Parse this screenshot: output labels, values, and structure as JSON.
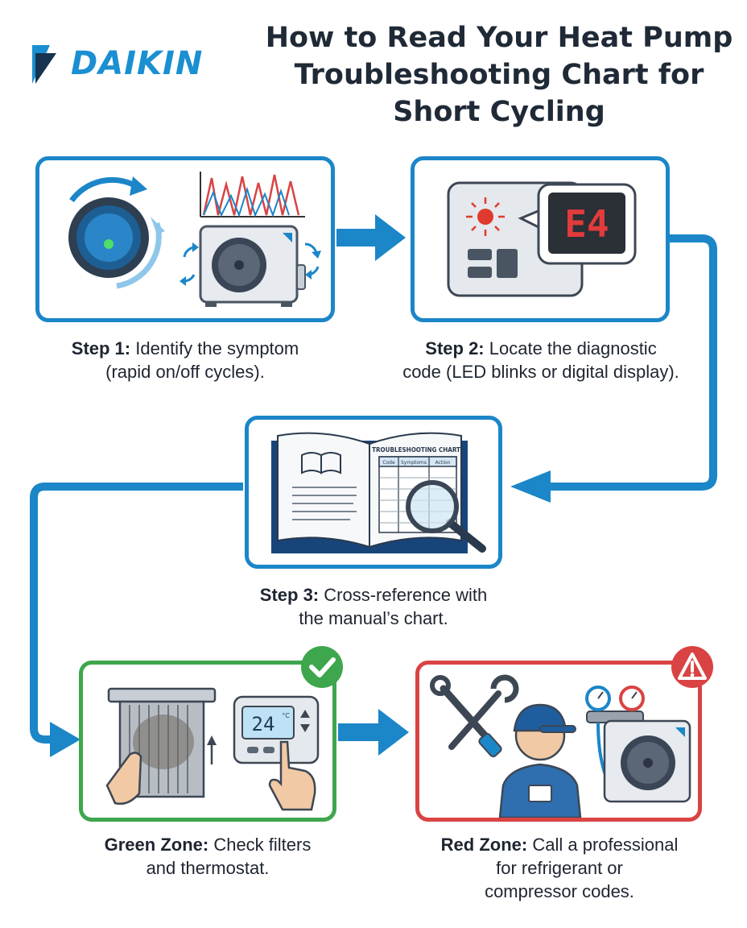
{
  "brand": {
    "logo_text": "DAIKIN",
    "color": "#1a8fd1"
  },
  "title_lines": [
    "How to Read Your Heat Pump",
    "Troubleshooting Chart for",
    "Short Cycling"
  ],
  "colors": {
    "blue": "#1b86c8",
    "green": "#3ea64d",
    "red": "#d94343"
  },
  "steps": [
    {
      "id": "step1",
      "label": "Step 1:",
      "text_lines": [
        "Identify the symptom",
        "(rapid on/off cycles)."
      ]
    },
    {
      "id": "step2",
      "label": "Step 2:",
      "text_lines": [
        "Locate the diagnostic",
        "code (LED blinks or digital display)."
      ],
      "display_code": "E4"
    },
    {
      "id": "step3",
      "label": "Step 3:",
      "text_lines": [
        "Cross-reference with",
        "the manual’s chart."
      ],
      "book": {
        "heading": "TROUBLESHOOTING CHART",
        "columns": [
          "Code",
          "Symptoms",
          "Action"
        ]
      }
    },
    {
      "id": "green",
      "label": "Green Zone:",
      "text_lines": [
        "Check filters",
        "and thermostat."
      ],
      "thermostat_reading": "24",
      "thermostat_unit": "°C"
    },
    {
      "id": "red",
      "label": "Red Zone:",
      "text_lines": [
        "Call a professional",
        "for refrigerant or",
        "compressor codes."
      ]
    }
  ]
}
